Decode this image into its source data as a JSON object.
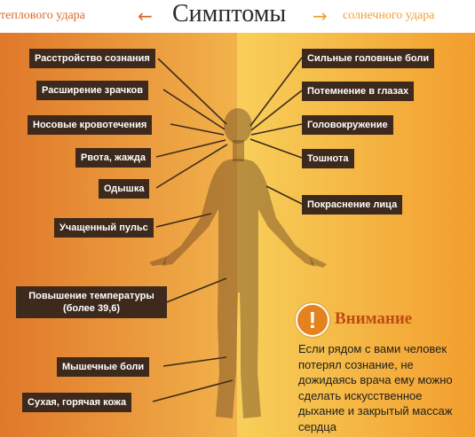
{
  "header": {
    "title": "Симптомы",
    "left_caption": "теплового удара",
    "right_caption": "солнечного удара",
    "arrow_left": "←",
    "arrow_right": "→"
  },
  "heat_stroke_symptoms": [
    "Расстройство сознания",
    "Расширение зрачков",
    "Носовые кровотечения",
    "Рвота, жажда",
    "Одышка",
    "Учащенный пульс",
    "Повышение температуры (более 39,6)",
    "Мышечные боли",
    "Сухая, горячая кожа"
  ],
  "sunstroke_symptoms": [
    "Сильные головные боли",
    "Потемнение в глазах",
    "Головокружение",
    "Тошнота",
    "Покраснение лица"
  ],
  "warning": {
    "icon": "exclamation-icon",
    "symbol": "!",
    "title": "Внимание",
    "text": "Если рядом с вами человек потерял сознание, не дожидаясь врача ему можно сделать искусственное дыхание и закрытый массаж сердца"
  },
  "colors": {
    "heat_panel": "#e0782a",
    "sun_panel": "#f8cf5a",
    "label_bg": "#3d2a1c",
    "warning_accent": "#c24a16"
  }
}
